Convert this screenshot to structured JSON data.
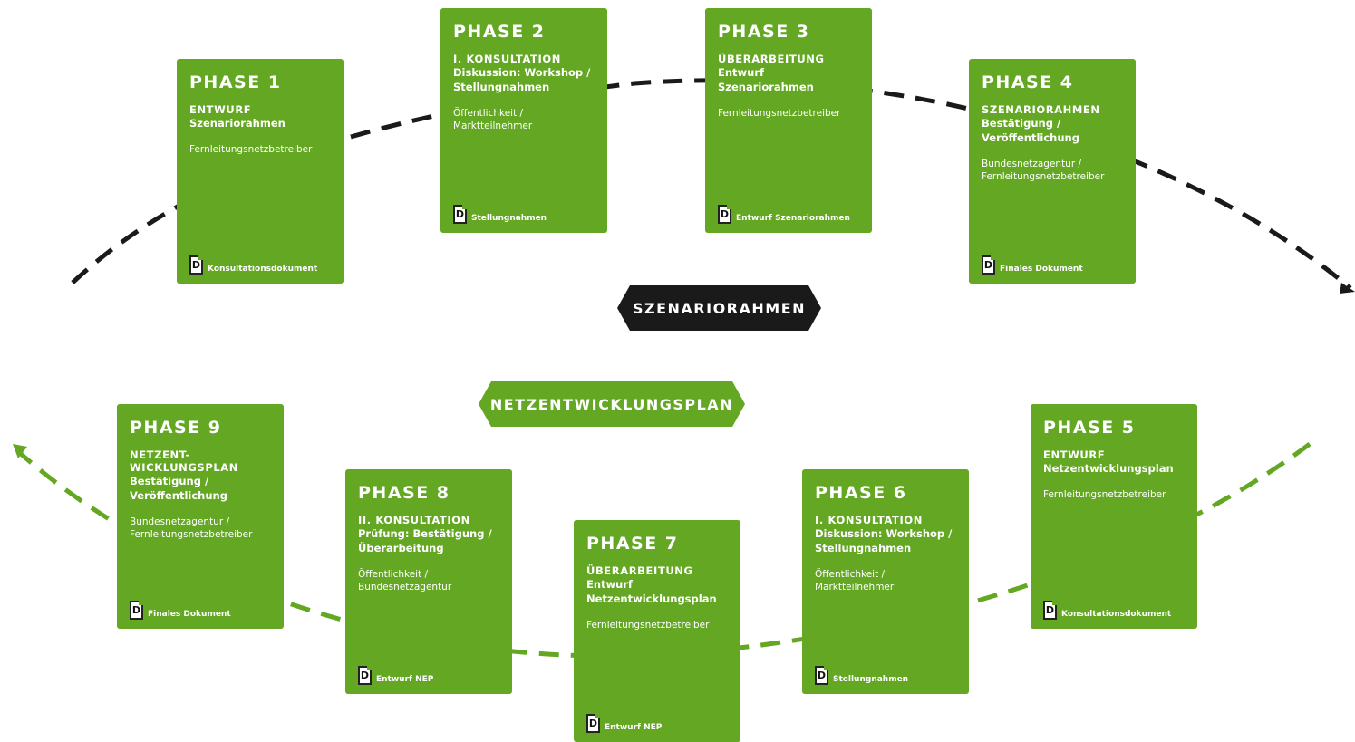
{
  "banners": {
    "top": "SZENARIORAHMEN",
    "bottom": "NETZENTWICKLUNGSPLAN"
  },
  "doc_icon_letter": "D",
  "colors": {
    "green": "#63a723",
    "dark": "#1a1a1a",
    "dash_dark": "#1a1a1a"
  },
  "phases": [
    {
      "phase": "PHASE 1",
      "title": "ENTWURF",
      "sub": "Szenariorahmen",
      "actor": "Fernleitungsnetzbetreiber",
      "doc": "Konsultationsdokument"
    },
    {
      "phase": "PHASE 2",
      "title": "I. KONSULTATION",
      "sub": "Diskussion: Workshop /\nStellungnahmen",
      "actor": "Öffentlichkeit /\nMarktteilnehmer",
      "doc": "Stellungnahmen"
    },
    {
      "phase": "PHASE 3",
      "title": "ÜBERARBEITUNG",
      "sub": "Entwurf\nSzenariorahmen",
      "actor": "Fernleitungsnetzbetreiber",
      "doc": "Entwurf Szenariorahmen"
    },
    {
      "phase": "PHASE 4",
      "title": "SZENARIORAHMEN",
      "sub": "Bestätigung /\nVeröffentlichung",
      "actor": "Bundesnetzagentur /\nFernleitungsnetzbetreiber",
      "doc": "Finales Dokument"
    },
    {
      "phase": "PHASE 5",
      "title": "ENTWURF",
      "sub": "Netzentwicklungsplan",
      "actor": "Fernleitungsnetzbetreiber",
      "doc": "Konsultationsdokument"
    },
    {
      "phase": "PHASE 6",
      "title": "I. KONSULTATION",
      "sub": "Diskussion: Workshop /\nStellungnahmen",
      "actor": "Öffentlichkeit /\nMarktteilnehmer",
      "doc": "Stellungnahmen"
    },
    {
      "phase": "PHASE 7",
      "title": "ÜBERARBEITUNG",
      "sub": "Entwurf\nNetzentwicklungsplan",
      "actor": "Fernleitungsnetzbetreiber",
      "doc": "Entwurf NEP"
    },
    {
      "phase": "PHASE 8",
      "title": "II. KONSULTATION",
      "sub": "Prüfung: Bestätigung /\nÜberarbeitung",
      "actor": "Öffentlichkeit /\nBundesnetzagentur",
      "doc": "Entwurf NEP"
    },
    {
      "phase": "PHASE 9",
      "title": "NETZENT-\nWICKLUNGSPLAN",
      "sub": "Bestätigung /\nVeröffentlichung",
      "actor": "Bundesnetzagentur /\nFernleitungsnetzbetreiber",
      "doc": "Finales Dokument"
    }
  ]
}
